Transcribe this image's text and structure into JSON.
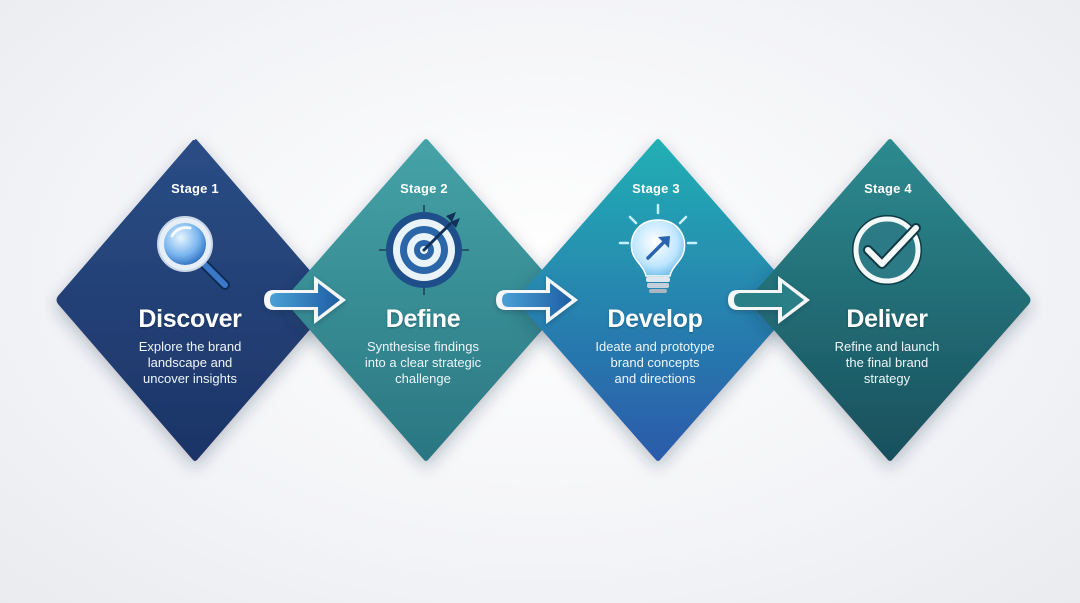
{
  "stages": [
    {
      "label": "Stage 1",
      "title": "Discover",
      "desc": [
        "Explore the brand",
        "landscape and",
        "uncover insights"
      ],
      "icon": "magnifier-icon",
      "colors": [
        "#2a4d86",
        "#1c3466"
      ]
    },
    {
      "label": "Stage 2",
      "title": "Define",
      "desc": [
        "Synthesise findings",
        "into a clear strategic",
        "challenge"
      ],
      "icon": "target-icon",
      "colors": [
        "#3f9aa0",
        "#2c7a86"
      ]
    },
    {
      "label": "Stage 3",
      "title": "Develop",
      "desc": [
        "Ideate and prototype",
        "brand concepts",
        "and directions"
      ],
      "icon": "lightbulb-icon",
      "colors": [
        "#27aab3",
        "#2a5fae"
      ]
    },
    {
      "label": "Stage 4",
      "title": "Deliver",
      "desc": [
        "Refine and launch",
        "the final brand",
        "strategy"
      ],
      "icon": "checkmark-icon",
      "colors": [
        "#2a7f86",
        "#1a5662"
      ]
    }
  ],
  "arrow_colors": [
    "#3a8fcb",
    "#1c5a9e"
  ]
}
